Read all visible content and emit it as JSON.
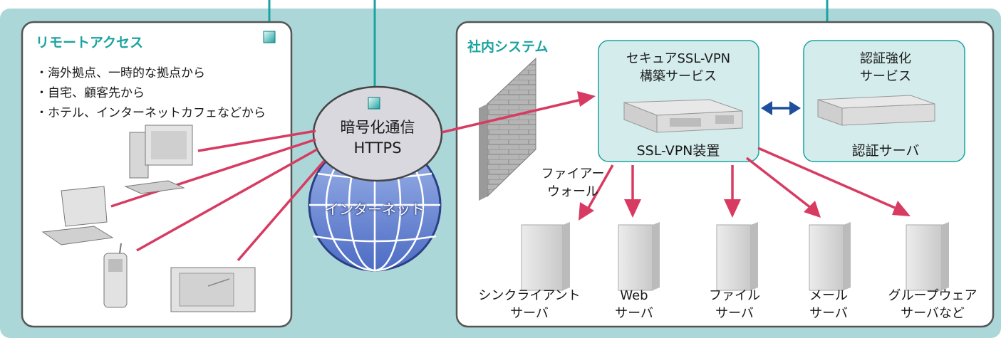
{
  "remote": {
    "title": "リモートアクセス",
    "bullets": [
      "・海外拠点、一時的な拠点から",
      "・自宅、顧客先から",
      "・ホテル、インターネットカフェなどから"
    ]
  },
  "network": {
    "encrypt_line1": "暗号化通信",
    "encrypt_line2": "HTTPS",
    "internet": "インターネット"
  },
  "internal": {
    "title": "社内システム",
    "firewall_line1": "ファイアー",
    "firewall_line2": "ウォール",
    "ssl_box_line1": "セキュアSSL-VPN",
    "ssl_box_line2": "構築サービス",
    "ssl_device": "SSL-VPN装置",
    "auth_box_line1": "認証強化",
    "auth_box_line2": "サービス",
    "auth_server": "認証サーバ"
  },
  "servers": [
    {
      "line1": "シンクライアント",
      "line2": "サーバ"
    },
    {
      "line1": "Web",
      "line2": "サーバ"
    },
    {
      "line1": "ファイル",
      "line2": "サーバ"
    },
    {
      "line1": "メール",
      "line2": "サーバ"
    },
    {
      "line1": "グループウェア",
      "line2": "サーバなど"
    }
  ],
  "colors": {
    "background": "#acd7d8",
    "accent_teal": "#1aa3a0",
    "arrow_red": "#d83b62",
    "arrow_blue": "#1f4e9c",
    "box_fill": "#d4ecec"
  }
}
